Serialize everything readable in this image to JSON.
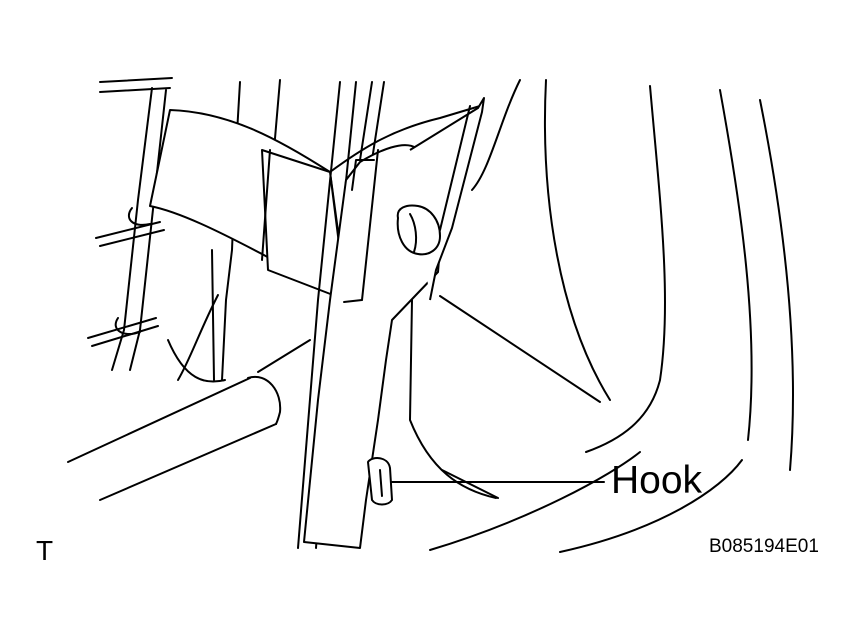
{
  "labels": {
    "hook": "Hook",
    "view": "T",
    "figure_code": "B085194E01"
  },
  "colors": {
    "line": "#000000",
    "background": "#ffffff"
  }
}
